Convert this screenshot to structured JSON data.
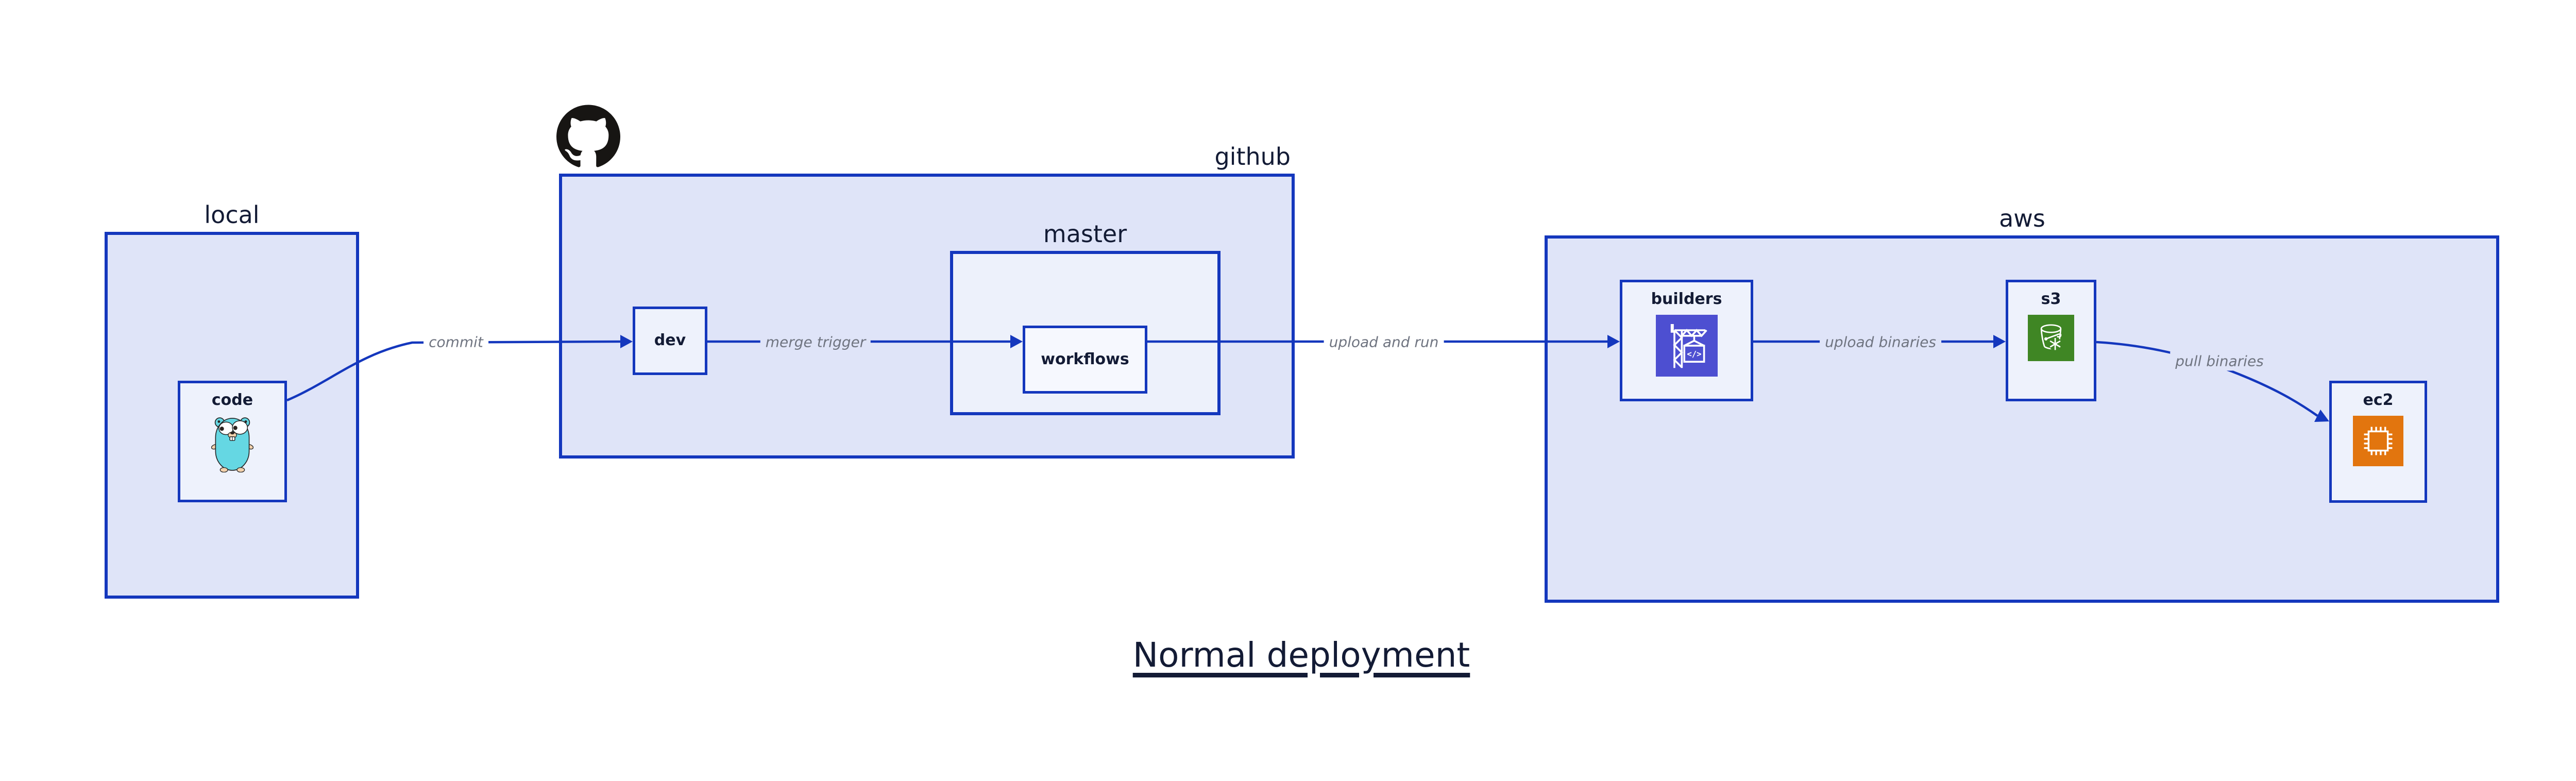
{
  "diagram": {
    "title": "Normal deployment",
    "groups": {
      "local": {
        "label": "local"
      },
      "github": {
        "label": "github"
      },
      "master": {
        "label": "master"
      },
      "aws": {
        "label": "aws"
      }
    },
    "nodes": {
      "code": {
        "label": "code",
        "icon": "go-gopher-icon"
      },
      "dev": {
        "label": "dev"
      },
      "workflows": {
        "label": "workflows"
      },
      "builders": {
        "label": "builders",
        "icon": "codebuild-crane-icon"
      },
      "s3": {
        "label": "s3",
        "icon": "s3-bucket-icon"
      },
      "ec2": {
        "label": "ec2",
        "icon": "ec2-chip-icon"
      }
    },
    "edges": [
      {
        "from": "code",
        "to": "dev",
        "label": "commit"
      },
      {
        "from": "dev",
        "to": "workflows",
        "label": "merge trigger"
      },
      {
        "from": "workflows",
        "to": "builders",
        "label": "upload and run"
      },
      {
        "from": "builders",
        "to": "s3",
        "label": "upload binaries"
      },
      {
        "from": "s3",
        "to": "ec2",
        "label": "pull binaries"
      }
    ],
    "logo": "github-octocat-icon",
    "colors": {
      "accent_blue": "#1437bd",
      "group_fill": "#dfe4f8",
      "nested_group_fill": "#edf1fb",
      "node_fill": "#eef2fc",
      "workflows_fill": "#f6f8fe",
      "text_navy": "#131b35",
      "label_gray": "#6f7480",
      "builders_icon_bg": "#4d4fd1",
      "s3_icon_bg": "#3f8624",
      "ec2_icon_bg": "#e2750e",
      "gopher_teal": "#65d7e3",
      "octocat_black": "#171513"
    }
  }
}
